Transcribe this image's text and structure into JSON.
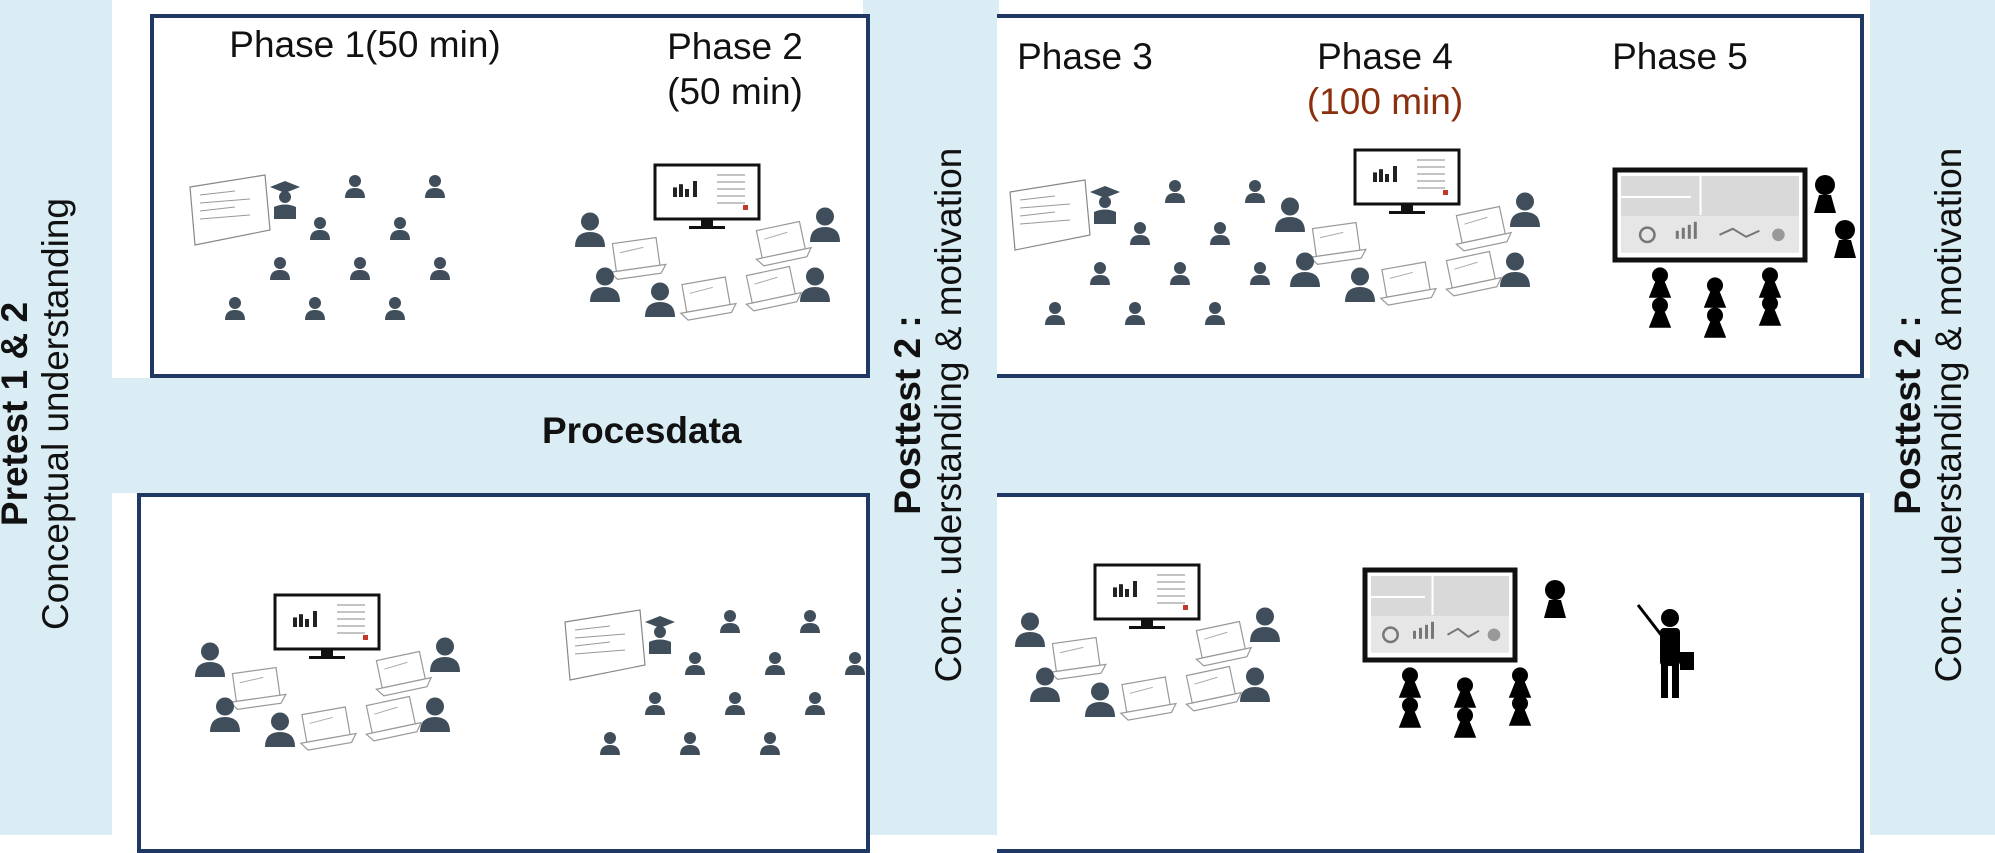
{
  "labels": {
    "left": {
      "bold": "Pretest 1 & 2",
      "normal": "Conceptual understanding"
    },
    "middle": {
      "bold": "Posttest 2 :",
      "normal": "Conc. uderstanding & motivation"
    },
    "right": {
      "bold": "Posttest 2 :",
      "normal": "Conc. uderstanding & motivation"
    }
  },
  "phases": [
    {
      "title": "Phase 1(50 min)",
      "duration": ""
    },
    {
      "title": "Phase 2",
      "duration": "(50 min)"
    },
    {
      "title": "Phase 3",
      "duration": ""
    },
    {
      "title": "Phase 4",
      "duration": "(100 min)"
    },
    {
      "title": "Phase 5",
      "duration": ""
    }
  ],
  "procesdata": "Procesdata",
  "colors": {
    "band": "#daedf4",
    "frame": "#1f3864",
    "person": "#3f4e5a",
    "accent": "#8b2f0f",
    "black": "#000000"
  },
  "icons": [
    "presentation-slide-icon",
    "teacher-icon",
    "student-icon",
    "monitor-chart-icon",
    "laptop-icon",
    "dashboard-icon",
    "presenter-pointer-icon"
  ]
}
